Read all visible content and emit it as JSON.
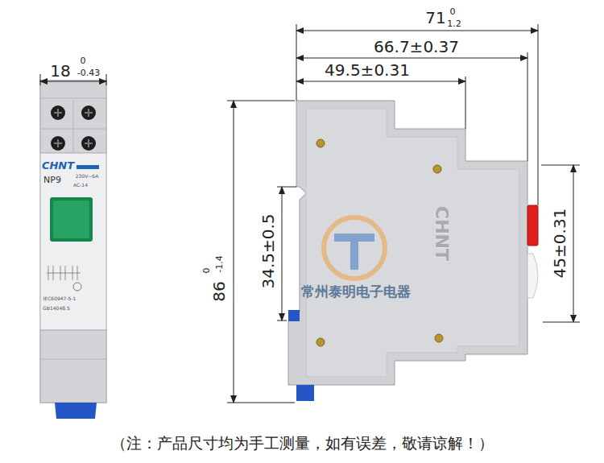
{
  "diagram": {
    "caption": "（注：产品尺寸均为手工测量，如有误差，敬请谅解！）",
    "nodes": [
      {
        "text": [
          "CHNT",
          "NP9",
          "230V~6A",
          "AC-14",
          "IEC60947-5-1",
          "GB14048.5"
        ]
      },
      {
        "text": [
          "CHNT"
        ]
      }
    ],
    "labels": [
      "18",
      "0",
      "-0.43",
      "71",
      "0",
      "1.2",
      "66.7±0.37",
      "49.5±0.31",
      "34.5±0.5",
      "86",
      "0",
      "-1.4",
      "45±0.31",
      "常州泰明电子电器"
    ]
  }
}
